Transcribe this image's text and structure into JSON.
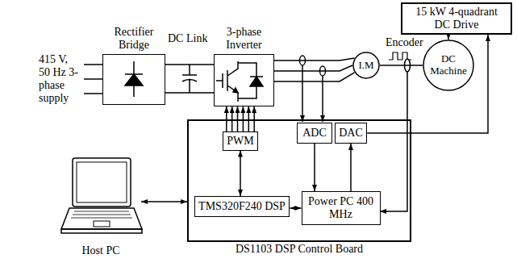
{
  "diagram": {
    "nodes": [
      {
        "text": [
          "Rectifier Bridge"
        ]
      },
      {
        "text": [
          "3-phase Inverter"
        ]
      },
      {
        "text": [
          "15 kW 4-quadrant DC Drive"
        ]
      },
      {
        "text": [
          "I.M"
        ]
      },
      {
        "text": [
          "DC Machine"
        ]
      },
      {
        "text": [
          "Host PC"
        ]
      },
      {
        "text": [
          "DS1103 DSP Control Board"
        ]
      },
      {
        "text": [
          "PWM"
        ],
        "in": 6
      },
      {
        "text": [
          "ADC"
        ],
        "in": 6
      },
      {
        "text": [
          "DAC"
        ],
        "in": 6
      },
      {
        "text": [
          "TMS320F240 DSP"
        ],
        "in": 6
      },
      {
        "text": [
          "Power PC 400 MHz"
        ],
        "in": 6
      }
    ],
    "edges": [
      {
        "from": 0,
        "to": 1,
        "arrow": "none"
      },
      {
        "from": 7,
        "to": 1,
        "arrow": "to"
      },
      {
        "from": 1,
        "to": 3,
        "arrow": "none"
      },
      {
        "from": 3,
        "to": 4,
        "arrow": "none"
      },
      {
        "from": 9,
        "to": 2,
        "arrow": "to"
      },
      {
        "from": 2,
        "to": 4,
        "arrow": "to"
      },
      {
        "from": 5,
        "to": 6,
        "arrow": "both"
      },
      {
        "from": 7,
        "to": 10,
        "arrow": "both"
      },
      {
        "from": 10,
        "to": 11,
        "arrow": "both"
      },
      {
        "from": 8,
        "to": 11,
        "arrow": "to"
      },
      {
        "from": 11,
        "to": 9,
        "arrow": "to"
      }
    ],
    "labels": [
      "415 V, 50 Hz 3-phase supply",
      "DC Link",
      "Encoder"
    ]
  }
}
